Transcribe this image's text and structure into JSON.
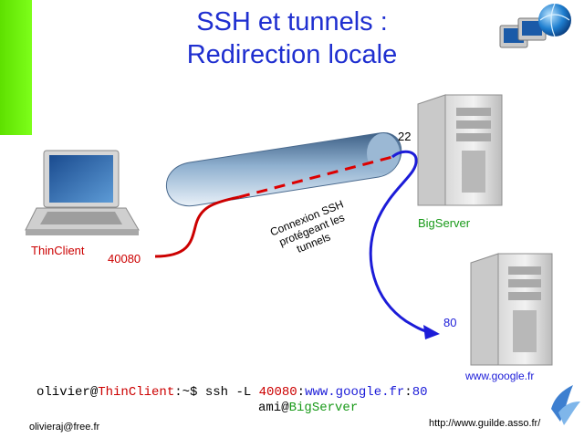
{
  "title": {
    "line1": "SSH et tunnels :",
    "line2": "Redirection locale"
  },
  "labels": {
    "thinclient": "ThinClient",
    "port_client": "40080",
    "port_ssh": "22",
    "bigserver": "BigServer",
    "port_web": "80",
    "google": "www.google.fr",
    "tunnel_line1": "Connexion SSH",
    "tunnel_line2": "protégeant les",
    "tunnel_line3": "tunnels"
  },
  "command": {
    "user": "olivier",
    "at1": "@",
    "host": "ThinClient",
    "prompt": ":~$ ssh -L ",
    "lport": "40080",
    "colon1": ":",
    "rhost": "www.google.fr",
    "colon2": ":",
    "rport": "80",
    "line2_user": "ami",
    "at2": "@",
    "line2_host": "BigServer"
  },
  "footer": {
    "email": "olivieraj@free.fr",
    "site": "http://www.guilde.asso.fr/"
  },
  "colors": {
    "title": "#1f2fd0",
    "red": "#cc0000",
    "blue": "#1c1cd8",
    "green": "#1a9a1a"
  },
  "icons": [
    "laptop-icon",
    "server-icon",
    "network-globe-icon",
    "guilde-logo-icon"
  ]
}
